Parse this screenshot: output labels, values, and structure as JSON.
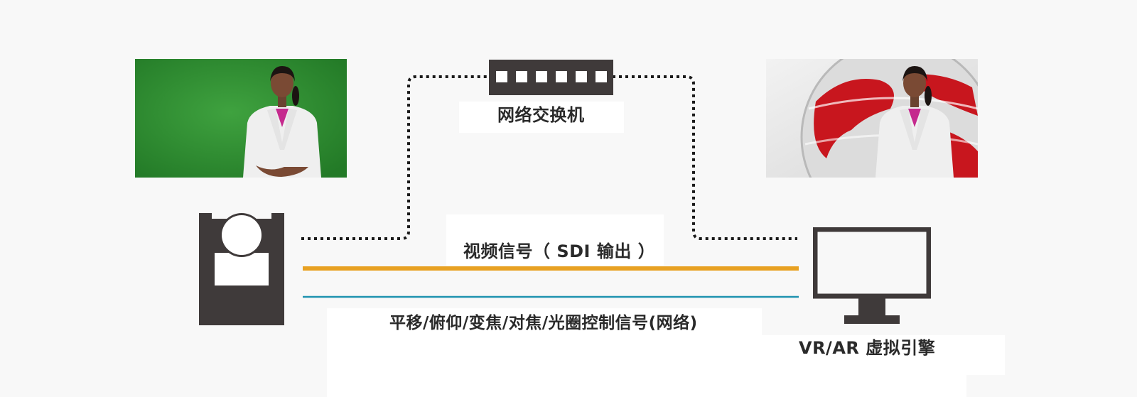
{
  "labels": {
    "switch": "网络交换机",
    "video_signal": "视频信号（ SDI 输出 ）",
    "control_signal": "平移/俯仰/变焦/对焦/光圈控制信号(网络)",
    "engine": "VR/AR 虚拟引擎"
  },
  "colors": {
    "background": "#f8f8f8",
    "device": "#3f3a3a",
    "video_line": "#e8a122",
    "control_line": "#1f93b0",
    "dotted_line": "#1a1a1a",
    "green_screen": "#2f8f2f",
    "globe_red": "#c8161e"
  },
  "icons": {
    "camera": "ptz-camera-icon",
    "switch": "network-switch-icon",
    "monitor": "monitor-icon"
  }
}
